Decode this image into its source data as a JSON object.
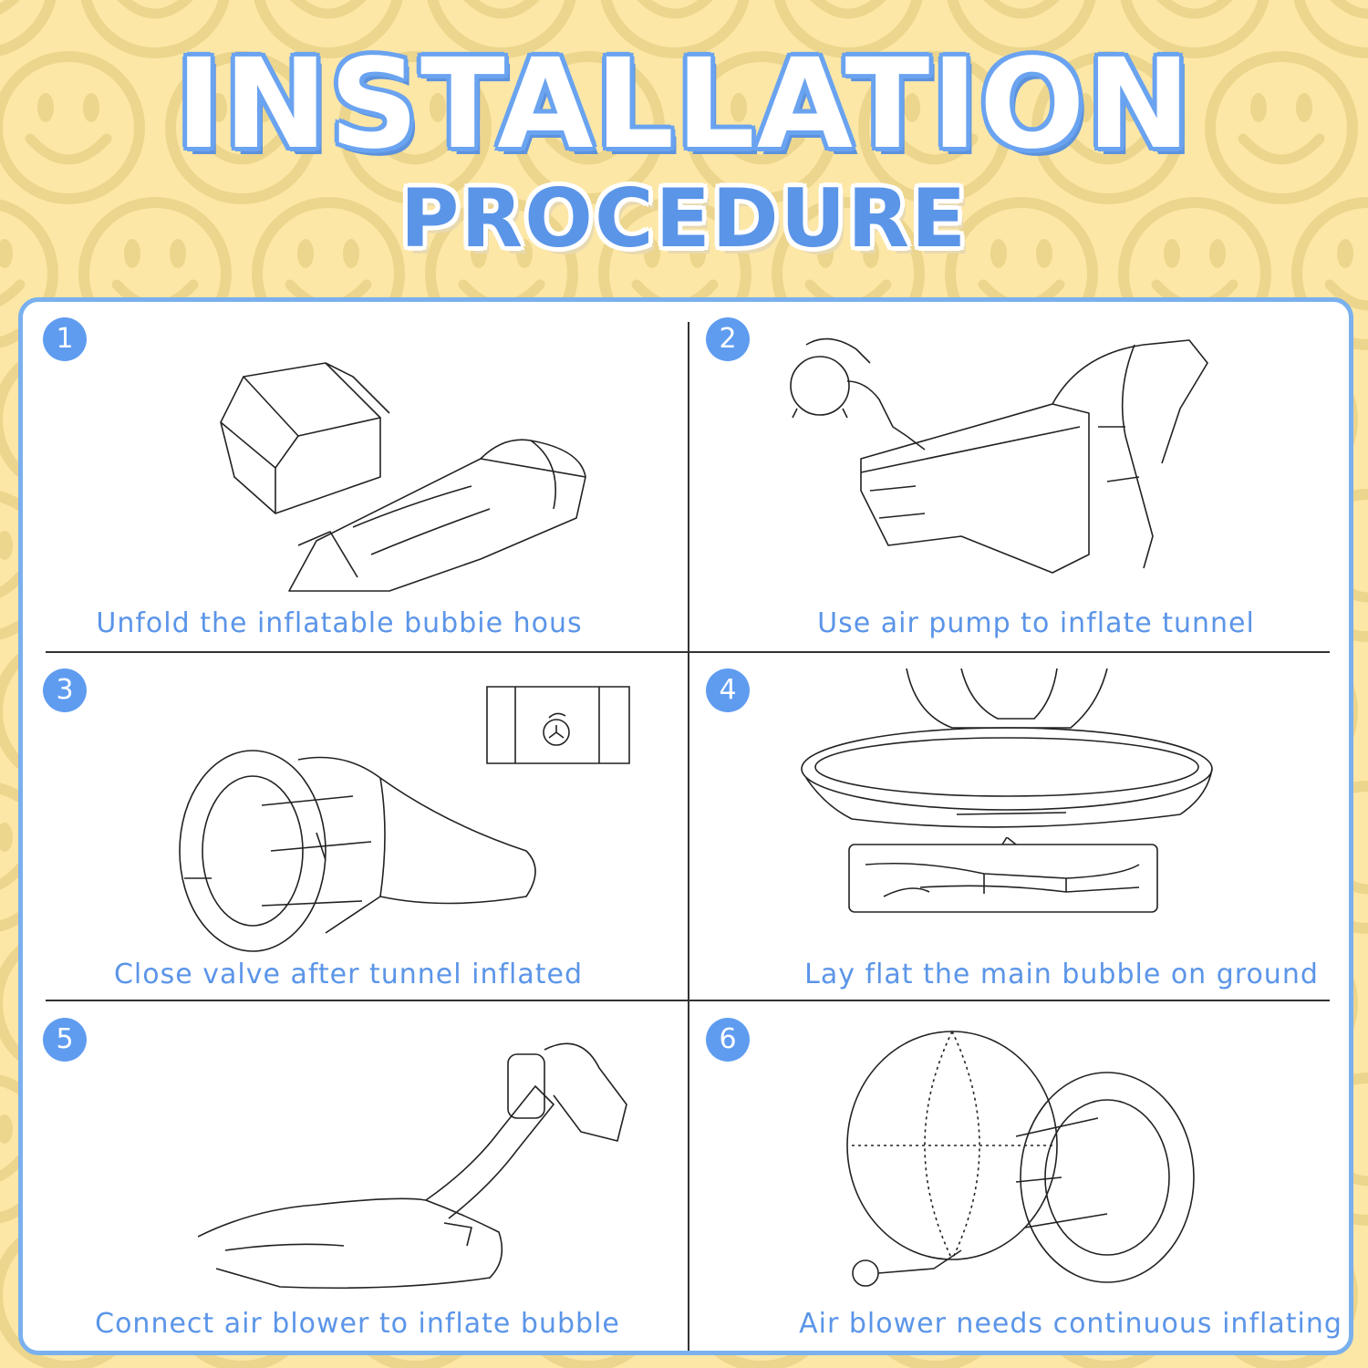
{
  "title": {
    "line1": "INSTALLATION",
    "line2": "PROCEDURE"
  },
  "steps": [
    {
      "number": "1",
      "caption": "Unfold the inflatable bubbie hous"
    },
    {
      "number": "2",
      "caption": "Use air pump to inflate tunnel"
    },
    {
      "number": "3",
      "caption": "Close valve after tunnel inflated"
    },
    {
      "number": "4",
      "caption": "Lay flat the main bubble on ground"
    },
    {
      "number": "5",
      "caption": "Connect air blower to inflate bubble"
    },
    {
      "number": "6",
      "caption": "Air blower needs continuous inflating"
    }
  ],
  "colors": {
    "background": "#fde7a6",
    "accent": "#5f9cf0",
    "caption": "#5b95e8"
  }
}
